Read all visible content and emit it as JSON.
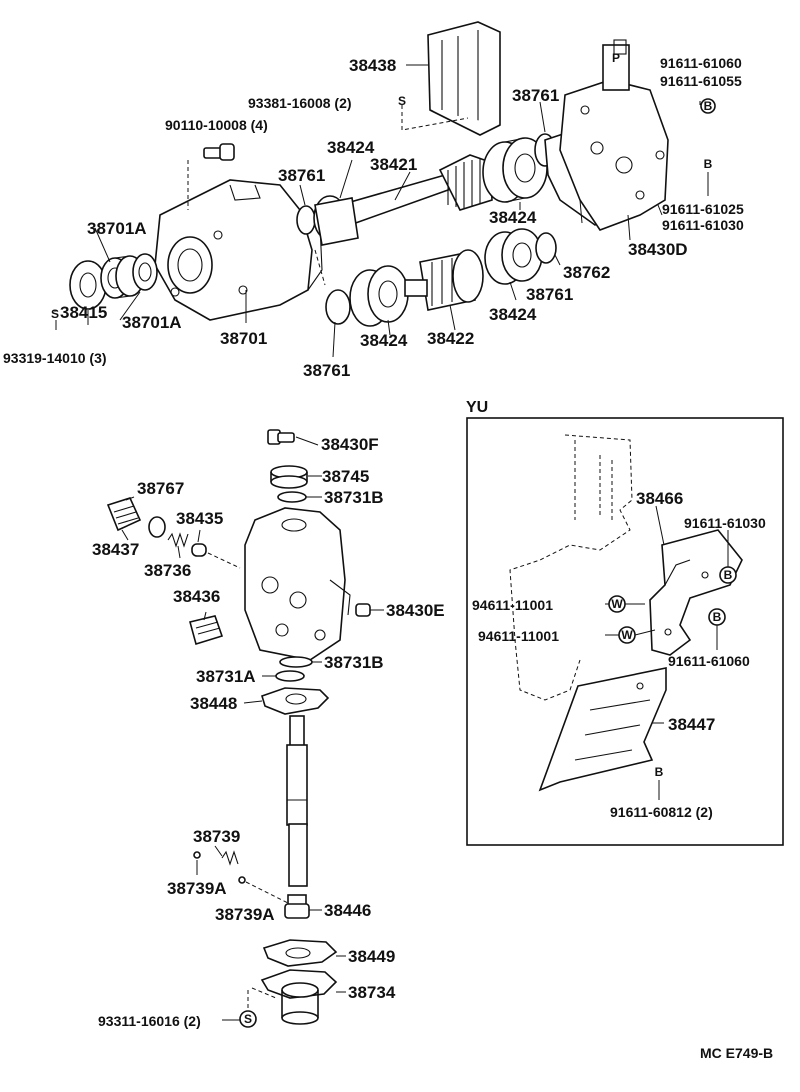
{
  "diagram": {
    "parts_top": {
      "p38438": "38438",
      "p93381": "93381-16008 (2)",
      "p90110": "90110-10008 (4)",
      "p38424_a": "38424",
      "p38421": "38421",
      "p38761_a": "38761",
      "p38761_b": "38761",
      "p38701A_a": "38701A",
      "p38701A_b": "38701A",
      "p38415": "38415",
      "p93319": "93319-14010 (3)",
      "p38701": "38701",
      "p38424_b": "38424",
      "p38424_c": "38424",
      "p38424_d": "38424",
      "p38422": "38422",
      "p38761_c": "38761",
      "p38761_d": "38761",
      "p38762": "38762",
      "p38430D": "38430D",
      "p91611_61060": "91611-61060",
      "p91611_61055": "91611-61055",
      "p91611_61025": "91611-61025",
      "p91611_61030": "91611-61030"
    },
    "parts_bottom": {
      "p38430F": "38430F",
      "p38745": "38745",
      "p38731B_a": "38731B",
      "p38767": "38767",
      "p38435": "38435",
      "p38437": "38437",
      "p38736": "38736",
      "p38436": "38436",
      "p38430E": "38430E",
      "p38731A": "38731A",
      "p38731B_b": "38731B",
      "p38448": "38448",
      "p38739": "38739",
      "p38739A_a": "38739A",
      "p38739A_b": "38739A",
      "p38446": "38446",
      "p38449": "38449",
      "p38734": "38734",
      "p93311": "93311-16016 (2)"
    },
    "yu_box": {
      "title": "YU",
      "p38466": "38466",
      "p91611_61030": "91611-61030",
      "p94611_a": "94611-11001",
      "p94611_b": "94611-11001",
      "p91611_61060": "91611-61060",
      "p38447": "38447",
      "p91611_60812": "91611-60812 (2)"
    },
    "symbols": {
      "S": "S",
      "B": "B",
      "W": "W",
      "P": "P"
    },
    "footer_code": "MC E749-B"
  }
}
